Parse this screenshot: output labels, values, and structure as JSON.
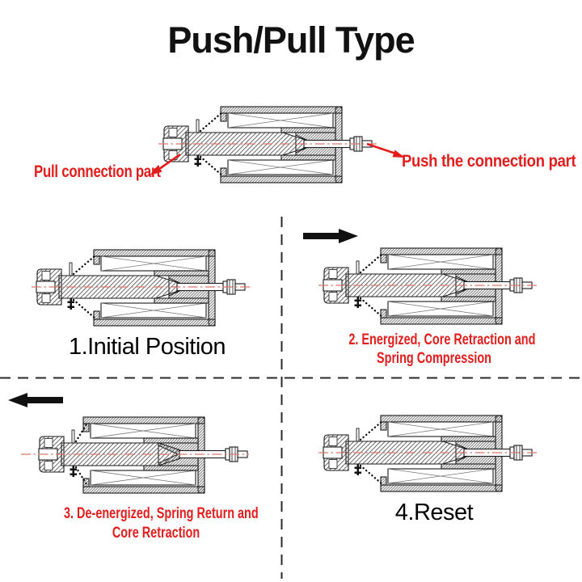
{
  "title": "Push/Pull Type",
  "colors": {
    "accent_red": "#e31c1c",
    "centerline_red": "#dc786e",
    "drawing_line": "#1a1a1a",
    "divider_gray": "#2a2a2a"
  },
  "hero": {
    "pull_label": "Pull connection part",
    "push_label": "Push the connection part",
    "pull_arrow_direction": "down-left",
    "push_arrow_direction": "down-right"
  },
  "stages": {
    "s1": {
      "caption": "1.Initial Position",
      "caption_color": "black",
      "arrow": null
    },
    "s2": {
      "line1": "2. Energized, Core Retraction and",
      "line2": "Spring Compression",
      "caption_color": "red",
      "arrow": "right"
    },
    "s3": {
      "line1": "3. De-energized, Spring Return and",
      "line2": "Core Retraction",
      "caption_color": "red",
      "arrow": "left"
    },
    "s4": {
      "caption": "4.Reset",
      "caption_color": "black",
      "arrow": null
    }
  }
}
